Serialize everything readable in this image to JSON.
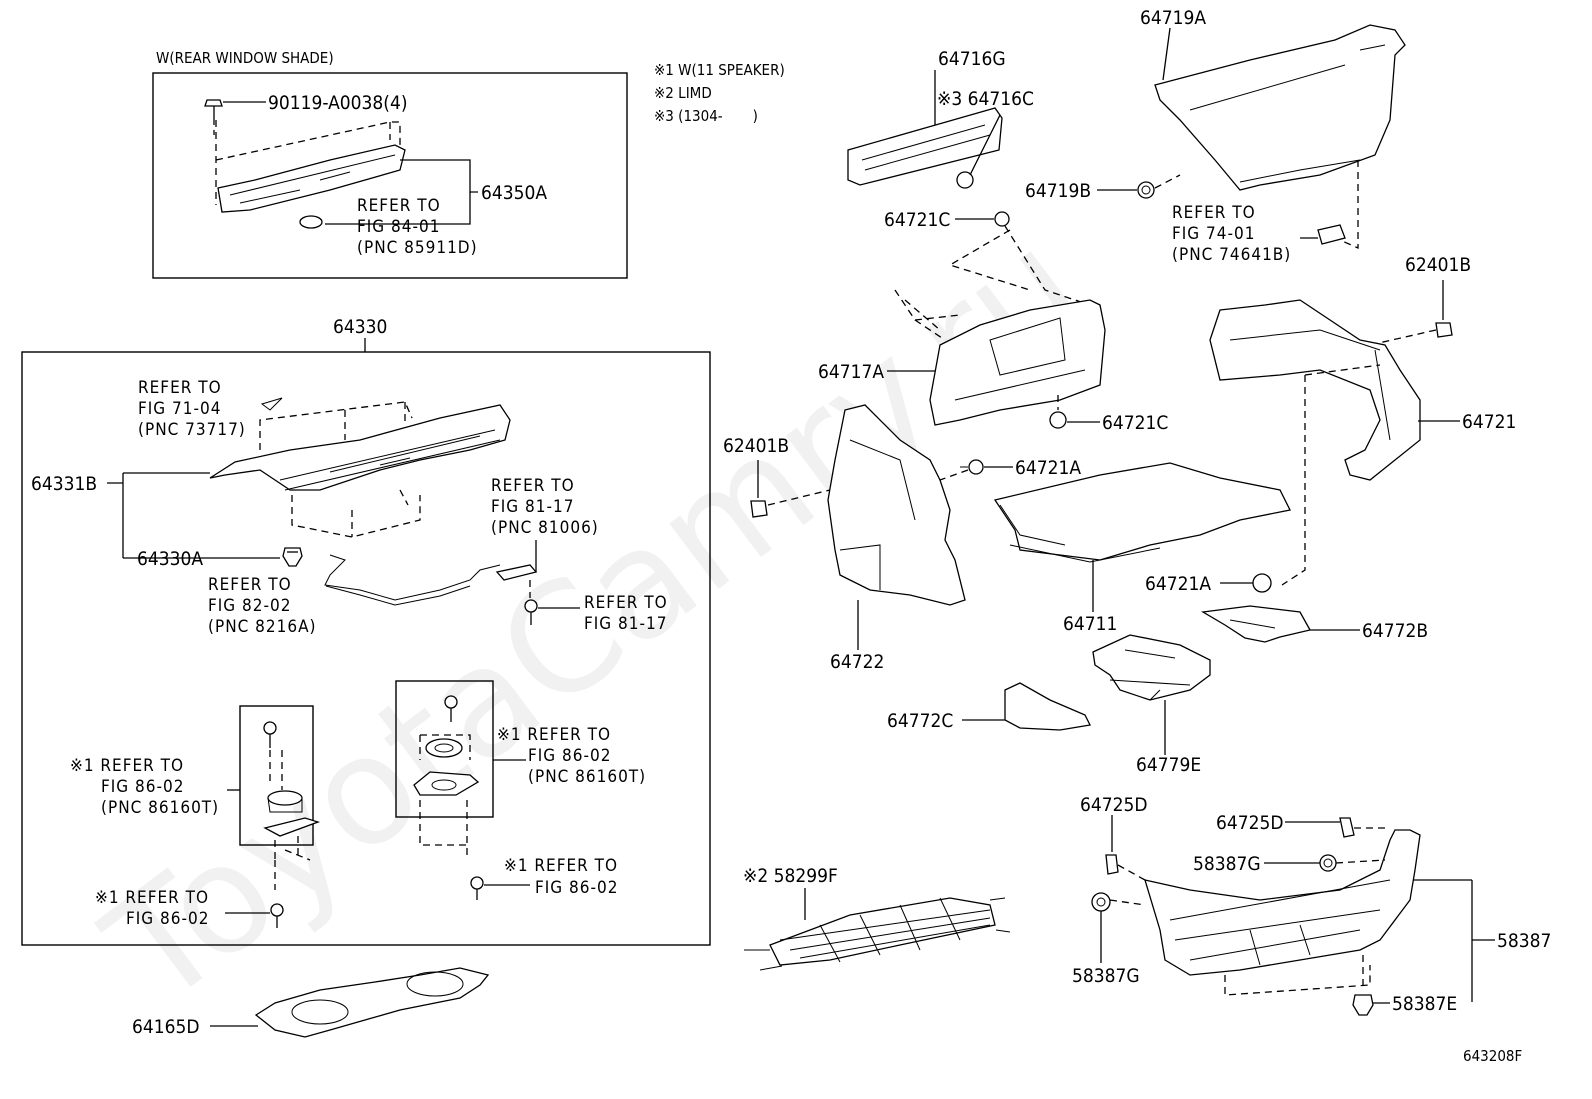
{
  "boxes": {
    "rear_window_shade_title": "W(REAR WINDOW SHADE)",
    "group_64330": "64330"
  },
  "notes": {
    "n1": "※1 W(11 SPEAKER)",
    "n2": "※2 LIMD",
    "n3": "※3 (1304-　　)"
  },
  "labels": {
    "p90119": "90119-A0038(4)",
    "p64350A": "64350A",
    "p64331B": "64331B",
    "p64330A": "64330A",
    "p64165D": "64165D",
    "p64716G": "64716G",
    "p64716C": "※3 64716C",
    "p64719A": "64719A",
    "p64719B": "64719B",
    "p64721C_top": "64721C",
    "p64717A": "64717A",
    "p64721C_mid": "64721C",
    "p62401B_right": "62401B",
    "p64721": "64721",
    "p62401B_left": "62401B",
    "p64721A_mid": "64721A",
    "p64721A_low": "64721A",
    "p64711": "64711",
    "p64722": "64722",
    "p64772B": "64772B",
    "p64772C": "64772C",
    "p64779E": "64779E",
    "p64725D_top": "64725D",
    "p64725D_right": "64725D",
    "p58387G_right": "58387G",
    "p58387G_left": "58387G",
    "p58387": "58387",
    "p58387E": "58387E",
    "p58299F": "※2 58299F",
    "figure_code": "643208F"
  },
  "refs": {
    "r84_01": [
      "REFER TO",
      "FIG 84-01",
      "(PNC 85911D)"
    ],
    "r71_04": [
      "REFER TO",
      "FIG 71-04",
      "(PNC 73717)"
    ],
    "r81_17a": [
      "REFER TO",
      "FIG 81-17",
      "(PNC 81006)"
    ],
    "r82_02": [
      "REFER TO",
      "FIG 82-02",
      "(PNC 8216A)"
    ],
    "r81_17b": [
      "REFER TO",
      "FIG 81-17"
    ],
    "r86_02a": [
      "※1 REFER TO",
      "FIG 86-02",
      "(PNC 86160T)"
    ],
    "r86_02b": [
      "※1 REFER TO",
      "FIG 86-02",
      "(PNC 86160T)"
    ],
    "r86_02c": [
      "※1 REFER TO",
      "FIG 86-02"
    ],
    "r86_02d": [
      "※1 REFER TO",
      "FIG 86-02"
    ],
    "r74_01": [
      "REFER TO",
      "FIG 74-01",
      "(PNC 74641B)"
    ]
  },
  "watermark": "ToyotaCamry.ru"
}
